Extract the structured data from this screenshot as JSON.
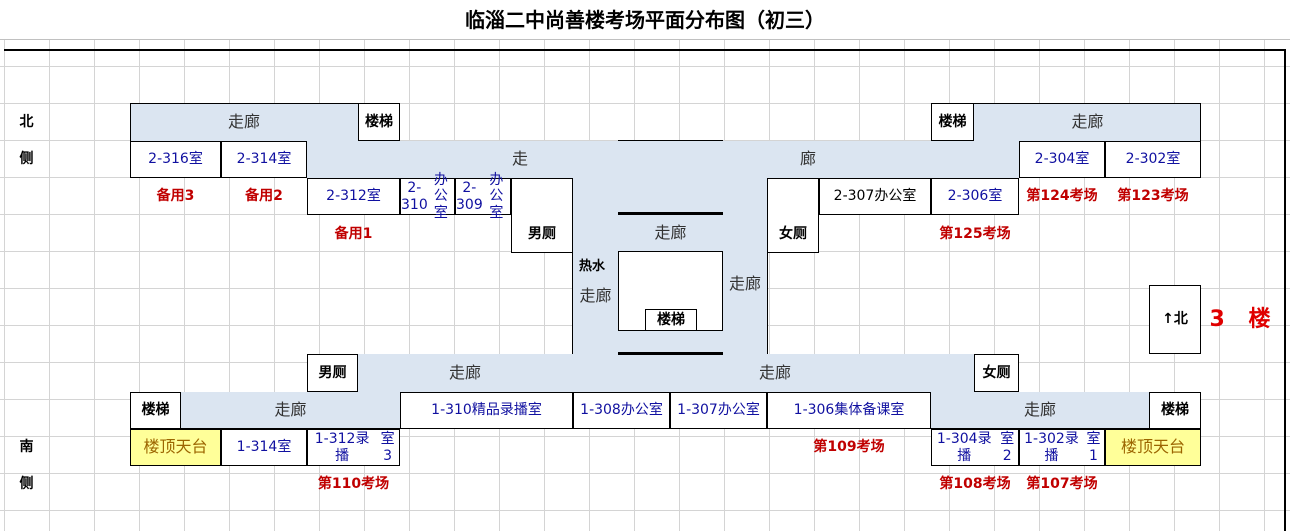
{
  "title": "临淄二中尚善楼考场平面分布图（初三）",
  "floor_label": "3 楼",
  "compass": {
    "label": "北",
    "icon": "up-arrow-icon"
  },
  "sides": {
    "north": [
      "北",
      "侧"
    ],
    "south": [
      "南",
      "侧"
    ]
  },
  "corridor": "走廊",
  "corridor_split": [
    "走",
    "廊"
  ],
  "stairs": "楼梯",
  "roof": "楼顶天台",
  "mens_room": "男厕",
  "womens_room": "女厕",
  "hot_water": "热水",
  "rooms": {
    "r2316": "2-316室",
    "r2314": "2-314室",
    "r2312": "2-312室",
    "r2310": [
      "2-310",
      "办公室"
    ],
    "r2309": [
      "2-309",
      "办公室"
    ],
    "r2307": "2-307办公室",
    "r2306": "2-306室",
    "r2304": "2-304室",
    "r2302": "2-302室",
    "r1314": "1-314室",
    "r1312": [
      "1-312录播",
      "室3"
    ],
    "r1310": "1-310精品录播室",
    "r1308": [
      "1-308办公",
      "室"
    ],
    "r1307": [
      "1-307办公",
      "室"
    ],
    "r1306": "1-306集体备课室",
    "r1304": [
      "1-304录播",
      "室2"
    ],
    "r1302": [
      "1-302录播",
      "室1"
    ]
  },
  "exam": {
    "spare3": "备用3",
    "spare2": "备用2",
    "spare1": "备用1",
    "e124": "第124考场",
    "e123": "第123考场",
    "e125": "第125考场",
    "e109": "第109考场",
    "e110": "第110考场",
    "e108": "第108考场",
    "e107": "第107考场"
  }
}
